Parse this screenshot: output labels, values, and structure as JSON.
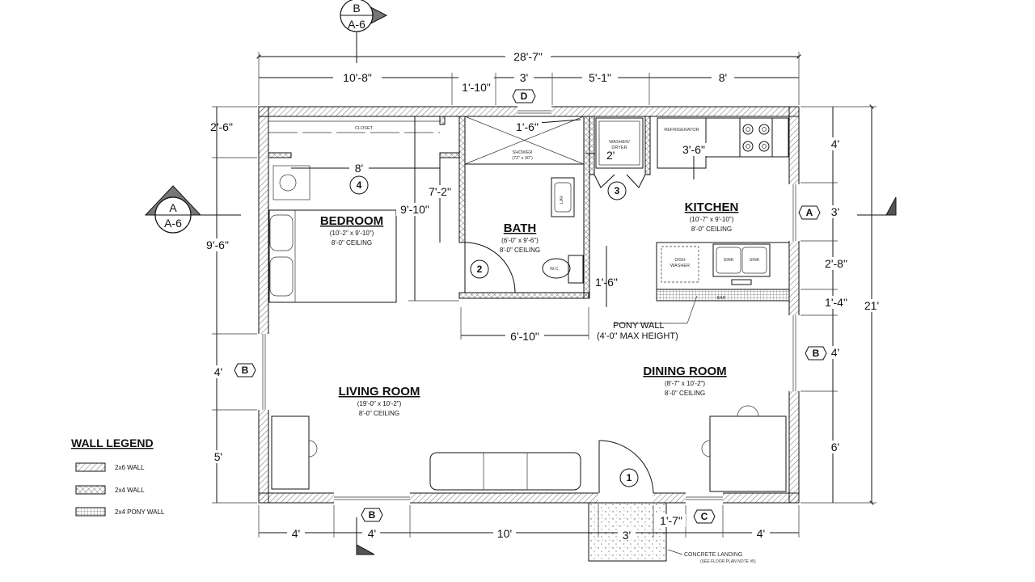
{
  "colors": {
    "ink": "#111111",
    "paper": "#ffffff",
    "landing": "#e8e8e8"
  },
  "dims": {
    "overall_width": "28'-7\"",
    "top_a": "10'-8\"",
    "top_b": "1'-10\"",
    "top_c": "3'",
    "top_d": "5'-1\"",
    "top_e": "8'",
    "left_a": "2'-6\"",
    "left_b": "9'-6\"",
    "left_c": "4'",
    "left_d": "5'",
    "right_a": "4'",
    "right_b": "3'",
    "right_c": "2'-8\"",
    "right_d": "1'-4\"",
    "right_e": "4'",
    "right_f": "6'",
    "overall_depth": "21'",
    "bottom_a": "4'",
    "bottom_b": "4'",
    "bottom_c": "10'",
    "bottom_d": "3'",
    "bottom_e": "1'-7\"",
    "bottom_f": "4'",
    "closet_depth": "8'",
    "bath_depth_a": "7'-2\"",
    "bath_depth_b": "9'-10\"",
    "shower_width": "1'-6\"",
    "washer_gap": "2'",
    "fridge_width": "3'-6\"",
    "wc_clear": "1'-6\"",
    "bath_width": "6'-10\""
  },
  "rooms": {
    "bedroom": {
      "name": "BEDROOM",
      "size": "(10'-2\" x 9'-10\")",
      "ceiling": "8'-0\" CEILING"
    },
    "bath": {
      "name": "BATH",
      "size": "(6'-0\" x 9'-6\")",
      "ceiling": "8'-0\" CEILING"
    },
    "kitchen": {
      "name": "KITCHEN",
      "size": "(10'-7\" x 9'-10\")",
      "ceiling": "8'-0\" CEILING"
    },
    "living": {
      "name": "LIVING ROOM",
      "size": "(19'-0\" x 10'-2\")",
      "ceiling": "8'-0\" CEILING"
    },
    "dining": {
      "name": "DINING ROOM",
      "size": "(8'-7\" x 10'-2\")",
      "ceiling": "8'-0\" CEILING"
    }
  },
  "fixtures": {
    "closet": "CLOSET",
    "shower": "SHOWER",
    "shower_size": "(72\" x 30\")",
    "washer": "WASHER/",
    "dryer": "DRYER",
    "refrigerator": "REFRIGERATOR",
    "lav": "LAV",
    "wc": "W.C.",
    "dish": "DISH",
    "washer2": "WASHER",
    "sink": "SINK",
    "bar": "BAR"
  },
  "tags": {
    "door1": "1",
    "door2": "2",
    "door3": "3",
    "door4": "4",
    "window_a": "A",
    "window_b": "B",
    "window_c": "C",
    "window_d": "D"
  },
  "sections": {
    "a_letter": "A",
    "a_sheet": "A-6",
    "b_letter": "B",
    "b_sheet": "A-6"
  },
  "notes": {
    "pony_wall_1": "PONY WALL",
    "pony_wall_2": "(4'-0\" MAX HEIGHT)",
    "landing_1": "CONCRETE LANDING",
    "landing_2": "(SEE FLOOR PLAN NOTE #5)"
  },
  "legend": {
    "title": "WALL LEGEND",
    "items": [
      "2x6 WALL",
      "2x4 WALL",
      "2x4 PONY WALL"
    ]
  }
}
